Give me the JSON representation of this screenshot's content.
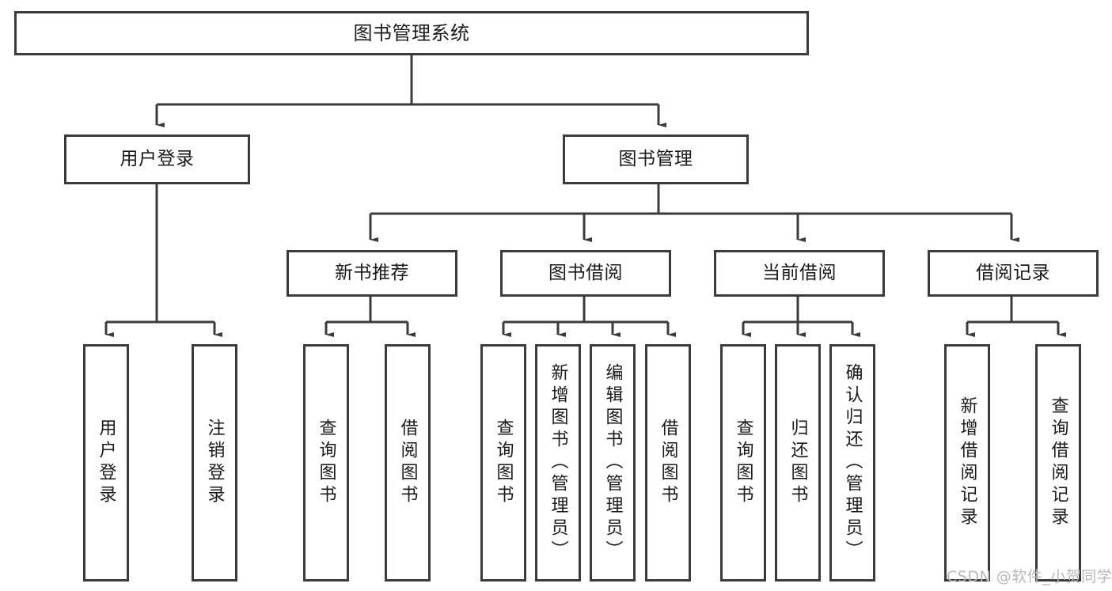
{
  "diagram": {
    "type": "tree",
    "title": "图书管理系统",
    "orientation": "top-down",
    "root": {
      "id": "root",
      "label": "图书管理系统",
      "text_direction": "horizontal"
    },
    "level2": [
      {
        "id": "user-login",
        "label": "用户登录",
        "text_direction": "horizontal"
      },
      {
        "id": "book-management",
        "label": "图书管理",
        "text_direction": "horizontal"
      }
    ],
    "level3": [
      {
        "id": "new-book-recommend",
        "label": "新书推荐",
        "text_direction": "horizontal",
        "parent": "book-management"
      },
      {
        "id": "book-borrow",
        "label": "图书借阅",
        "text_direction": "horizontal",
        "parent": "book-management"
      },
      {
        "id": "current-borrow",
        "label": "当前借阅",
        "text_direction": "horizontal",
        "parent": "book-management"
      },
      {
        "id": "borrow-record",
        "label": "借阅记录",
        "text_direction": "horizontal",
        "parent": "book-management"
      }
    ],
    "leaves": [
      {
        "id": "leaf-user-login",
        "label": "用户登录",
        "text_direction": "vertical",
        "parent": "user-login"
      },
      {
        "id": "leaf-logout-login",
        "label": "注销登录",
        "text_direction": "vertical",
        "parent": "user-login"
      },
      {
        "id": "leaf-query-book-1",
        "label": "查询图书",
        "text_direction": "vertical",
        "parent": "new-book-recommend"
      },
      {
        "id": "leaf-borrow-book-1",
        "label": "借阅图书",
        "text_direction": "vertical",
        "parent": "new-book-recommend"
      },
      {
        "id": "leaf-query-book-2",
        "label": "查询图书",
        "text_direction": "vertical",
        "parent": "book-borrow"
      },
      {
        "id": "leaf-add-book-admin",
        "label": "新增图书（管理员）",
        "text_direction": "vertical",
        "parent": "book-borrow"
      },
      {
        "id": "leaf-edit-book-admin",
        "label": "编辑图书（管理员）",
        "text_direction": "vertical",
        "parent": "book-borrow"
      },
      {
        "id": "leaf-borrow-book-2",
        "label": "借阅图书",
        "text_direction": "vertical",
        "parent": "book-borrow"
      },
      {
        "id": "leaf-query-book-3",
        "label": "查询图书",
        "text_direction": "vertical",
        "parent": "current-borrow"
      },
      {
        "id": "leaf-return-book",
        "label": "归还图书",
        "text_direction": "vertical",
        "parent": "current-borrow"
      },
      {
        "id": "leaf-confirm-return-admin",
        "label": "确认归还（管理员）",
        "text_direction": "vertical",
        "parent": "current-borrow"
      },
      {
        "id": "leaf-add-borrow-record",
        "label": "新增借阅记录",
        "text_direction": "vertical",
        "parent": "borrow-record"
      },
      {
        "id": "leaf-query-borrow-record",
        "label": "查询借阅记录",
        "text_direction": "vertical",
        "parent": "borrow-record"
      }
    ],
    "colors": {
      "border": "#3b3b3b",
      "fill": "#ffffff",
      "text": "#1a1a1a",
      "edge": "#3b3b3b",
      "watermark": "#b8b8b8"
    }
  },
  "watermark": {
    "text": "CSDN @软件_小贺同学"
  }
}
